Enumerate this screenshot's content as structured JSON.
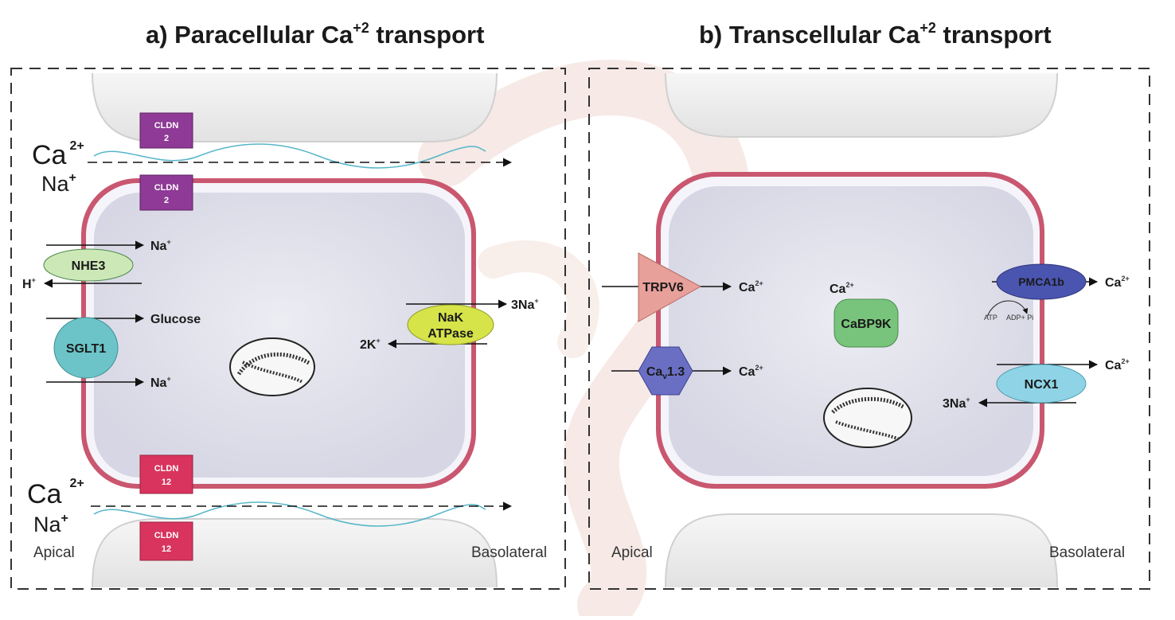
{
  "panel_a": {
    "title_main": "a) Paracellular Ca",
    "title_sup": "+2",
    "title_tail": " transport",
    "left_label": "Apical",
    "right_label": "Basolateral",
    "tight_junctions": [
      {
        "line1": "CLDN",
        "line2": "2"
      },
      {
        "line1": "CLDN",
        "line2": "2"
      },
      {
        "line1": "CLDN",
        "line2": "12"
      },
      {
        "line1": "CLDN",
        "line2": "12"
      }
    ],
    "ions_top": {
      "ca": "Ca",
      "ca_sup": "2+",
      "na": "Na",
      "na_sup": "+"
    },
    "ions_bottom": {
      "ca": "Ca",
      "ca_sup": "2+",
      "na": "Na",
      "na_sup": "+"
    },
    "proteins": {
      "nhe3": "NHE3",
      "sglt1": "SGLT1",
      "nak_line1": "NaK",
      "nak_line2": "ATPase"
    },
    "arrow_labels": {
      "nhe3_na": "Na",
      "nhe3_na_sup": "+",
      "nhe3_h": "H",
      "nhe3_h_sup": "+",
      "glucose": "Glucose",
      "sglt1_na": "Na",
      "sglt1_na_sup": "+",
      "three_na": "3Na",
      "three_na_sup": "+",
      "two_k": "2K",
      "two_k_sup": "+"
    }
  },
  "panel_b": {
    "title_main": "b) Transcellular Ca",
    "title_sup": "+2",
    "title_tail": " transport",
    "left_label": "Apical",
    "right_label": "Basolateral",
    "proteins": {
      "trpv6": "TRPV6",
      "cav_main": "Ca",
      "cav_sub": "v",
      "cav_tail": "1.3",
      "cabp9k": "CaBP9K",
      "pmca1b": "PMCA1b",
      "ncx1": "NCX1"
    },
    "arrow_labels": {
      "ca": "Ca",
      "ca_sup": "2+",
      "three_na": "3Na",
      "three_na_sup": "+",
      "atp": "ATP",
      "adp": "ADP+ Pi"
    }
  },
  "colors": {
    "cldn2": "#8e3a96",
    "cldn12": "#d9345e",
    "nhe3": "#cde8b7",
    "sglt1": "#6cc4c8",
    "nak": "#d6e44a",
    "trpv6": "#e8a09a",
    "cav": "#6a6fc4",
    "cabp9k": "#78c47c",
    "pmca1b": "#4a55b0",
    "ncx1": "#8fd3e6",
    "membrane": "#b8456f",
    "cytoplasm": "#e3e3ee"
  }
}
